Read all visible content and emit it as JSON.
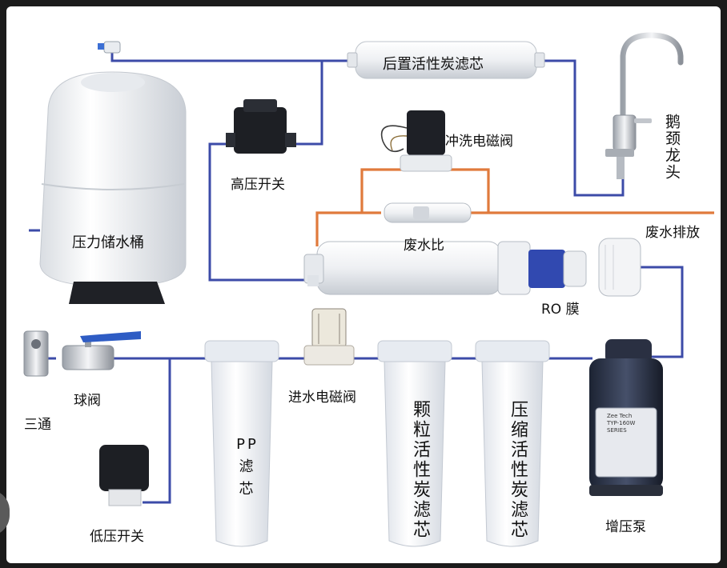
{
  "labels": {
    "pressure_tank": "压力储水桶",
    "post_carbon_filter": "后置活性炭滤芯",
    "high_pressure_switch": "高压开关",
    "flush_solenoid": "冲洗电磁阀",
    "gooseneck_faucet": "鹅颈龙头",
    "waste_ratio": "废水比",
    "waste_discharge": "废水排放",
    "ro_membrane": "RO 膜",
    "three_way": "三通",
    "ball_valve": "球阀",
    "inlet_solenoid": "进水电磁阀",
    "pp_filter": "PP\n滤\n芯",
    "granular_carbon": "颗粒活性炭滤芯",
    "compressed_carbon": "压缩活性炭滤芯",
    "low_pressure_switch": "低压开关",
    "booster_pump": "增压泵"
  },
  "pump_plate": [
    "Zee Tech",
    "TYP-160W",
    "SERIES"
  ],
  "colors": {
    "water_pipe": "#3c4ba8",
    "waste_pipe": "#e07a3c",
    "housing": "#f1f3f6"
  }
}
